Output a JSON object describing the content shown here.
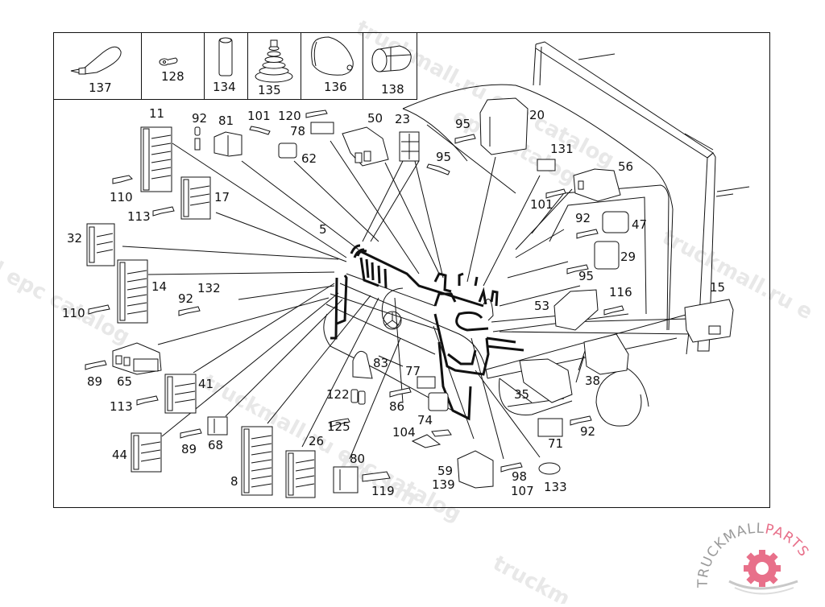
{
  "diagram": {
    "title": "Electrical wiring harness parts diagram",
    "accessory_panel": [
      {
        "id": "137",
        "icon": "cable-tie"
      },
      {
        "id": "128",
        "icon": "ring-terminal"
      },
      {
        "id": "134",
        "icon": "sleeve-tube"
      },
      {
        "id": "135",
        "icon": "rubber-boot"
      },
      {
        "id": "136",
        "icon": "cap-cover"
      },
      {
        "id": "138",
        "icon": "grommet-cup"
      }
    ],
    "callouts": [
      {
        "id": "11"
      },
      {
        "id": "92a",
        "label": "92"
      },
      {
        "id": "81"
      },
      {
        "id": "101a",
        "label": "101"
      },
      {
        "id": "120"
      },
      {
        "id": "78"
      },
      {
        "id": "62"
      },
      {
        "id": "50"
      },
      {
        "id": "23"
      },
      {
        "id": "95a",
        "label": "95"
      },
      {
        "id": "95b",
        "label": "95"
      },
      {
        "id": "20"
      },
      {
        "id": "131"
      },
      {
        "id": "56"
      },
      {
        "id": "101b",
        "label": "101"
      },
      {
        "id": "92b",
        "label": "92"
      },
      {
        "id": "47"
      },
      {
        "id": "29"
      },
      {
        "id": "95c",
        "label": "95"
      },
      {
        "id": "116"
      },
      {
        "id": "53"
      },
      {
        "id": "15"
      },
      {
        "id": "110a",
        "label": "110"
      },
      {
        "id": "113a",
        "label": "113"
      },
      {
        "id": "17"
      },
      {
        "id": "32"
      },
      {
        "id": "5"
      },
      {
        "id": "14"
      },
      {
        "id": "92c",
        "label": "92"
      },
      {
        "id": "132"
      },
      {
        "id": "110b",
        "label": "110"
      },
      {
        "id": "89a",
        "label": "89"
      },
      {
        "id": "65"
      },
      {
        "id": "41"
      },
      {
        "id": "113b",
        "label": "113"
      },
      {
        "id": "83"
      },
      {
        "id": "77"
      },
      {
        "id": "122"
      },
      {
        "id": "86"
      },
      {
        "id": "125"
      },
      {
        "id": "74"
      },
      {
        "id": "104"
      },
      {
        "id": "44"
      },
      {
        "id": "89b",
        "label": "89"
      },
      {
        "id": "68"
      },
      {
        "id": "8"
      },
      {
        "id": "26"
      },
      {
        "id": "80"
      },
      {
        "id": "119"
      },
      {
        "id": "59"
      },
      {
        "id": "139"
      },
      {
        "id": "98"
      },
      {
        "id": "107"
      },
      {
        "id": "133"
      },
      {
        "id": "35"
      },
      {
        "id": "38"
      },
      {
        "id": "71"
      },
      {
        "id": "92d",
        "label": "92"
      }
    ]
  },
  "watermarks": [
    "truckmall.ru epc catalog",
    "truckmall.ru epc catalog",
    "epc catalog",
    "truckmall.ru e",
    "l epc catalog",
    "catalog",
    "truckm"
  ],
  "logo": {
    "text_main": "TRUCKMALL",
    "text_accent": "PARTS",
    "accent_color": "#e8708a",
    "gray_color": "#9a9a9a"
  }
}
